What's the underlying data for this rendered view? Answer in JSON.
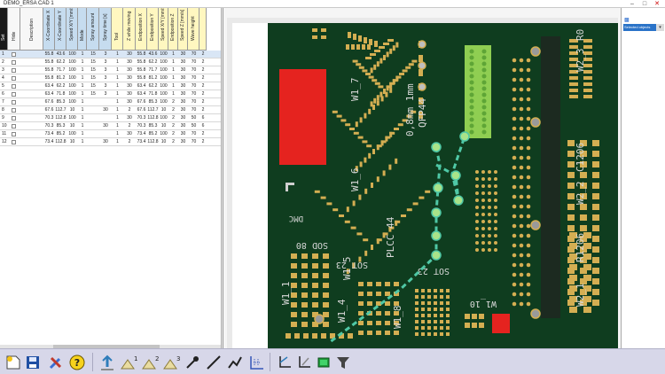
{
  "window": {
    "title": "DEMO_ERSA CAD 1"
  },
  "table": {
    "headers": [
      "Set",
      "Hide",
      "Description",
      "X-Coordinate X",
      "X-Coordinate Y",
      "Speed X/Y [mm/s]",
      "Mode",
      "Spray amount",
      "Spray time [s]",
      "Tool",
      "Z while moving",
      "Endposition X",
      "Endposition Y",
      "Speed X/Y [mm/s]",
      "Endposition Z",
      "Speed Z [mm/s]",
      "Wave height"
    ],
    "rows": [
      [
        "1",
        "",
        "",
        "55.8",
        "43.6",
        "100",
        "1",
        "15",
        "3",
        "1",
        "30",
        "55.8",
        "43.6",
        "100",
        "1",
        "30",
        "70",
        "2"
      ],
      [
        "2",
        "",
        "",
        "55.8",
        "62.2",
        "100",
        "1",
        "15",
        "3",
        "1",
        "30",
        "55.8",
        "62.2",
        "100",
        "1",
        "30",
        "70",
        "2"
      ],
      [
        "3",
        "",
        "",
        "55.8",
        "71.7",
        "100",
        "1",
        "15",
        "3",
        "1",
        "30",
        "55.8",
        "71.7",
        "100",
        "1",
        "30",
        "70",
        "2"
      ],
      [
        "4",
        "",
        "",
        "55.8",
        "81.2",
        "100",
        "1",
        "15",
        "3",
        "1",
        "30",
        "55.8",
        "81.2",
        "100",
        "1",
        "30",
        "70",
        "2"
      ],
      [
        "5",
        "",
        "",
        "63.4",
        "62.2",
        "100",
        "1",
        "15",
        "3",
        "1",
        "30",
        "63.4",
        "62.2",
        "100",
        "1",
        "30",
        "70",
        "2"
      ],
      [
        "6",
        "",
        "",
        "63.4",
        "71.8",
        "100",
        "1",
        "15",
        "3",
        "1",
        "30",
        "63.4",
        "71.8",
        "100",
        "1",
        "30",
        "70",
        "2"
      ],
      [
        "7",
        "",
        "",
        "67.6",
        "85.3",
        "100",
        "1",
        "",
        "",
        "1",
        "30",
        "67.6",
        "85.3",
        "100",
        "2",
        "30",
        "70",
        "2"
      ],
      [
        "8",
        "",
        "",
        "67.6",
        "112.7",
        "10",
        "1",
        "",
        "30",
        "1",
        "2",
        "67.6",
        "112.7",
        "10",
        "2",
        "30",
        "70",
        "2"
      ],
      [
        "9",
        "",
        "",
        "70.3",
        "112.8",
        "100",
        "1",
        "",
        "",
        "1",
        "30",
        "70.3",
        "112.8",
        "100",
        "2",
        "30",
        "50",
        "6"
      ],
      [
        "10",
        "",
        "",
        "70.3",
        "85.3",
        "10",
        "1",
        "",
        "30",
        "1",
        "2",
        "70.3",
        "85.3",
        "10",
        "2",
        "30",
        "50",
        "6"
      ],
      [
        "11",
        "",
        "",
        "73.4",
        "85.2",
        "100",
        "1",
        "",
        "",
        "1",
        "30",
        "73.4",
        "85.2",
        "100",
        "2",
        "30",
        "70",
        "2"
      ],
      [
        "12",
        "",
        "",
        "73.4",
        "112.8",
        "10",
        "1",
        "",
        "30",
        "1",
        "2",
        "73.4",
        "112.8",
        "10",
        "2",
        "30",
        "70",
        "2"
      ]
    ]
  },
  "pcb_labels": {
    "w1_7": "W1_7",
    "qfp": "0,8mm 1mm",
    "qfp2": "QFP44",
    "w1_6": "W1_6",
    "dmc": "DMC",
    "sod80": "SOD 80",
    "w1_5": "W1_5",
    "sot23a": "SOT 23",
    "plcc": "PLCC 44",
    "sot23b": "SOT 23",
    "w1_1": "W1_1",
    "w1_4": "W1_4",
    "w1_8": "W1_8",
    "w1_10": "W1_10",
    "w2_3": "W2_3",
    "r0": "R0",
    "w2_2": "W2_2",
    "c1206": "C1206",
    "r1206": "R1206",
    "w2_1": "W2_1"
  },
  "right_panel": {
    "selection": "Selected objects"
  },
  "colors": {
    "board": "#0f3d1f",
    "pad": "#d4ae52",
    "highlight": "#e5231f",
    "path": "#4fc8a6"
  },
  "toolbar_icons": [
    "new-icon",
    "save-icon",
    "tools-icon",
    "help-icon",
    "point-up-icon",
    "point-1-icon",
    "point-2-icon",
    "point-3-icon",
    "line-point-icon",
    "line-icon",
    "polyline-icon",
    "grid-icon",
    "axis-icon",
    "axis-alt-icon",
    "layer-icon",
    "filter-icon"
  ]
}
